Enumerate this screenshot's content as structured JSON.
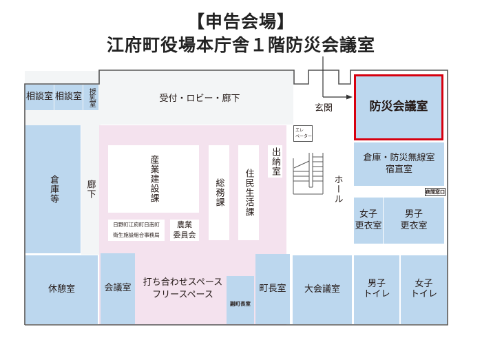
{
  "header": {
    "title_line1": "【申告会場】",
    "title_line2": "江府町役場本庁舎１階防災会議室"
  },
  "colors": {
    "room_blue": "#bcd7ee",
    "office_pink": "#f4e2ee",
    "corridor_gray": "#f3f5f6",
    "highlight_red": "#d7000f",
    "outline": "#555555"
  },
  "rooms": {
    "consult1": "相談室",
    "consult2": "相談室",
    "nursing": "授乳室",
    "reception": "受付・ロビー・廊下",
    "entrance": "玄関",
    "disaster_meeting": "防災会議室",
    "storage": "倉庫等",
    "corridor": "廊下",
    "industry": "産業建設課",
    "general_affairs": "総務課",
    "residents": "住民生活課",
    "treasury": "出納室",
    "sanitation_line1": "日野町江府町日南町",
    "sanitation_line2": "衛生施設組合事務局",
    "agriculture_line1": "農業",
    "agriculture_line2": "委員会",
    "elevator_line1": "エレ",
    "elevator_line2": "ベーター",
    "hall": "ホール",
    "storage_radio_line1": "倉庫・防災無線室",
    "storage_radio_line2": "宿直室",
    "night_window": "夜間窓口",
    "women_locker_line1": "女子",
    "women_locker_line2": "更衣室",
    "men_locker_line1": "男子",
    "men_locker_line2": "更衣室",
    "rest_room": "休憩室",
    "meeting_room": "会議室",
    "free_space_line1": "打ち合わせスペース",
    "free_space_line2": "フリースペース",
    "deputy_mayor": "副町長室",
    "mayor": "町長室",
    "large_meeting": "大会議室",
    "men_toilet_line1": "男子",
    "men_toilet_line2": "トイレ",
    "women_toilet_line1": "女子",
    "women_toilet_line2": "トイレ"
  }
}
